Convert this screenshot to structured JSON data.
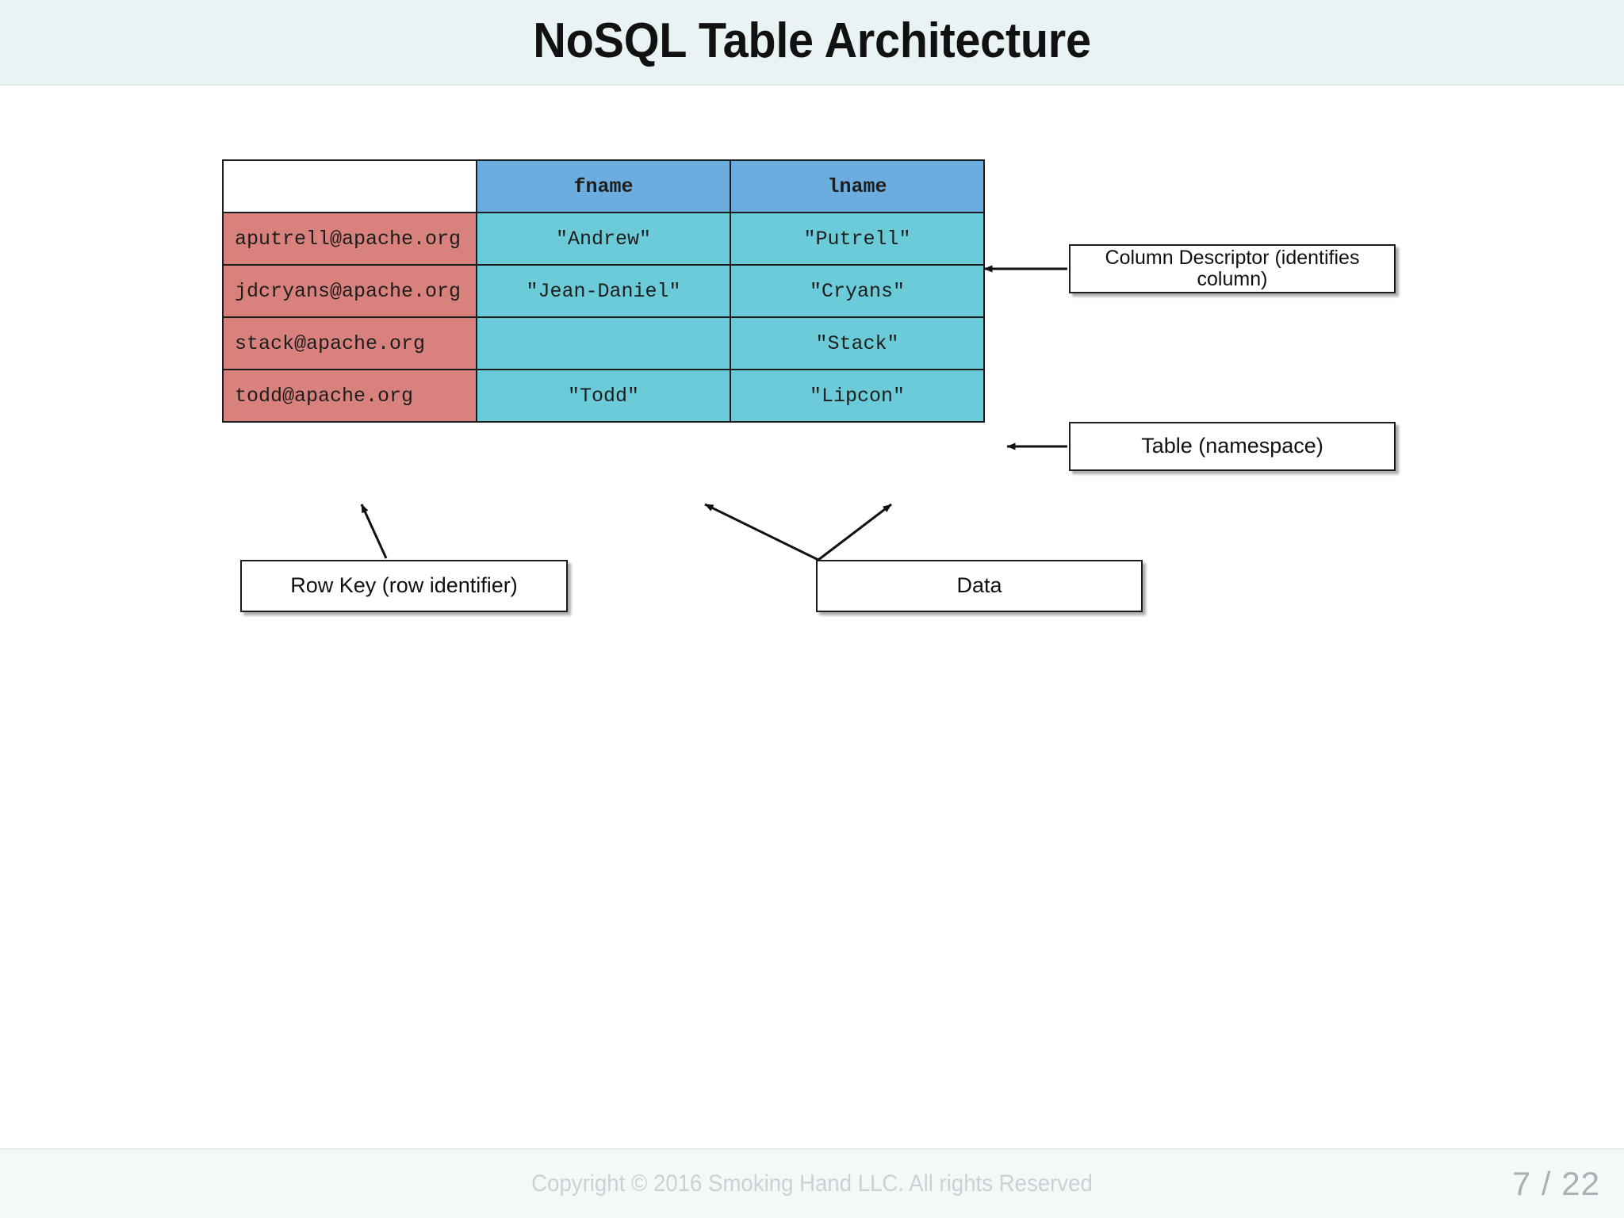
{
  "slide": {
    "title": "NoSQL Table Architecture",
    "page_indicator": "7 / 22",
    "copyright": "Copyright © 2016 Smoking Hand LLC. All rights Reserved"
  },
  "colors": {
    "header_band": "#e9f2f4",
    "column_descriptor_cell": "#6badde",
    "row_key_cell": "#d9817c",
    "data_cell": "#6ccbd8",
    "border": "#1c1c1c",
    "footer_band": "#f4f8f9",
    "footer_text": "#c9d2d4"
  },
  "table": {
    "corner_cell": "",
    "columns": [
      "fname",
      "lname"
    ],
    "rows": [
      {
        "row_key": "aputrell@apache.org",
        "fname": "\"Andrew\"",
        "lname": "\"Putrell\""
      },
      {
        "row_key": "jdcryans@apache.org",
        "fname": "\"Jean-Daniel\"",
        "lname": "\"Cryans\""
      },
      {
        "row_key": "stack@apache.org",
        "fname": "",
        "lname": "\"Stack\""
      },
      {
        "row_key": "todd@apache.org",
        "fname": "\"Todd\"",
        "lname": "\"Lipcon\""
      }
    ]
  },
  "callouts": {
    "column_descriptor": "Column Descriptor (identifies column)",
    "table_namespace": "Table (namespace)",
    "row_key": "Row Key (row identifier)",
    "data": "Data"
  }
}
